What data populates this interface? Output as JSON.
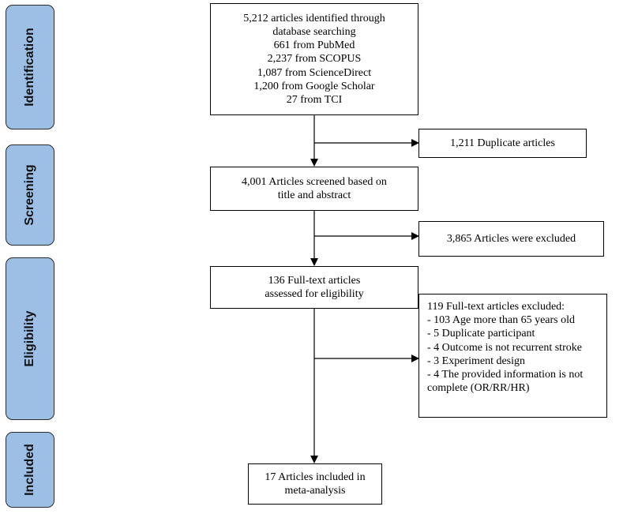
{
  "stages": {
    "identification": "Identification",
    "screening": "Screening",
    "eligibility": "Eligibility",
    "included": "Included"
  },
  "boxes": {
    "identified": {
      "lines": [
        "5,212 articles identified through",
        "database searching",
        "661 from PubMed",
        "2,237 from SCOPUS",
        "1,087 from ScienceDirect",
        "1,200 from Google Scholar",
        "27 from TCI"
      ]
    },
    "duplicates": {
      "lines": [
        "1,211 Duplicate articles"
      ]
    },
    "screened": {
      "lines": [
        "4,001 Articles screened based on",
        "title and abstract"
      ]
    },
    "excluded_screening": {
      "lines": [
        "3,865 Articles were excluded"
      ]
    },
    "fulltext": {
      "lines": [
        "136 Full-text articles",
        "assessed for eligibility"
      ]
    },
    "excluded_fulltext": {
      "lines": [
        "119 Full-text articles excluded:",
        "- 103 Age more than 65 years old",
        "- 5 Duplicate participant",
        "- 4 Outcome is not recurrent stroke",
        "- 3 Experiment design",
        "- 4 The provided information is not",
        "complete (OR/RR/HR)"
      ]
    },
    "included": {
      "lines": [
        "17 Articles included in",
        "meta-analysis"
      ]
    }
  }
}
